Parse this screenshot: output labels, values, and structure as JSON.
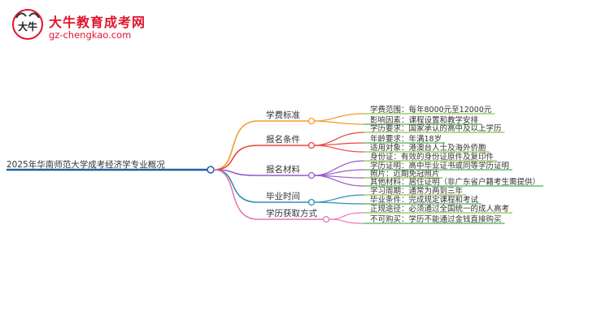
{
  "brand": {
    "title": "大牛教育成考网",
    "url": "gz-chengkao.com",
    "mark_text": "大牛"
  },
  "mindmap": {
    "root": "2025年华南师范大学成考经济学专业概况",
    "branches": [
      {
        "label": "学费标准",
        "color": "#f59a2b",
        "children": [
          "学费范围：每年8000元至12000元",
          "影响因素：课程设置和教学安排"
        ]
      },
      {
        "label": "报名条件",
        "color": "#e8453c",
        "children": [
          "学历要求：国家承认的高中及以上学历",
          "年龄要求：年满18岁",
          "适用对象：港澳台人士及海外侨胞"
        ]
      },
      {
        "label": "报名材料",
        "color": "#9b59c9",
        "children": [
          "身份证：有效的身份证原件及复印件",
          "学历证明：高中毕业证书或同等学历证明",
          "照片：近期免冠照片",
          "其他材料：居住证明（非广东省户籍考生需提供）"
        ]
      },
      {
        "label": "毕业时间",
        "color": "#2f8fb5",
        "children": [
          "学习周期：通常为两到三年",
          "毕业条件：完成规定课程和考试"
        ]
      },
      {
        "label": "学历获取方式",
        "color": "#e67ab5",
        "children": [
          "正规途径：必须通过全国统一的成人高考",
          "不可购买：学历不能通过金钱直接购买"
        ]
      }
    ],
    "leaf_colors": [
      "#8bc34a",
      "#4caf50"
    ],
    "root_color": "#1f5fa8"
  }
}
